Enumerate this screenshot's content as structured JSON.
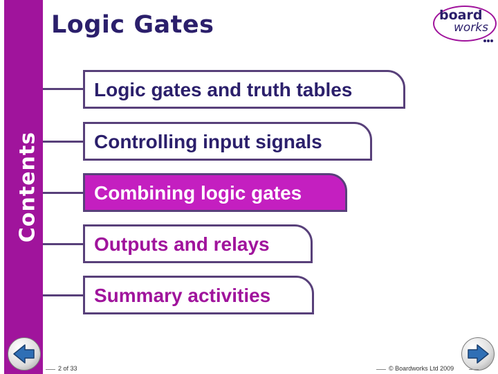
{
  "title": "Logic Gates",
  "sidebar": {
    "label": "Contents"
  },
  "logo": {
    "line1": "board",
    "line2": "works"
  },
  "menu": [
    {
      "label": "Logic gates and truth tables",
      "active": false
    },
    {
      "label": "Controlling input signals",
      "active": false
    },
    {
      "label": "Combining logic gates",
      "active": true
    },
    {
      "label": "Outputs and relays",
      "active": false
    },
    {
      "label": "Summary activities",
      "active": false
    }
  ],
  "footer": {
    "page": "2 of 33",
    "copyright": "© Boardworks Ltd 2009"
  },
  "nav": {
    "prev_icon": "arrow-left-icon",
    "next_icon": "arrow-right-icon"
  },
  "colors": {
    "accent": "#a0149c",
    "active_item": "#c41fc0",
    "title_text": "#2b1f6b",
    "border": "#58407a"
  }
}
